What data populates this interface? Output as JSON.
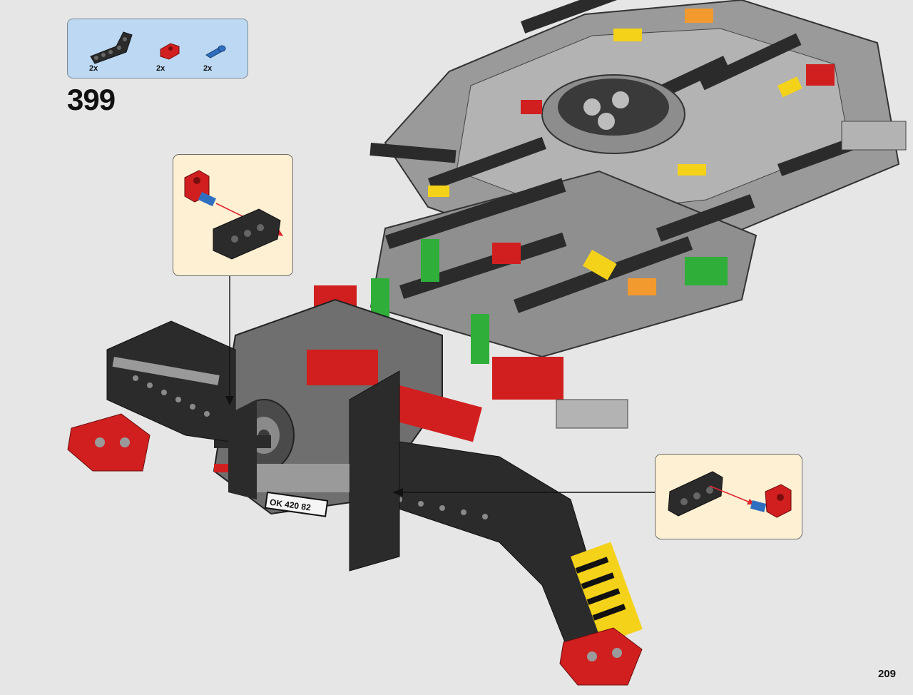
{
  "step": {
    "number": "399"
  },
  "parts_callout": {
    "items": [
      {
        "part": "black-angled-beam",
        "quantity": "2x",
        "color": "#2b2b2b"
      },
      {
        "part": "red-connector",
        "quantity": "2x",
        "color": "#d11f1f"
      },
      {
        "part": "blue-pin",
        "quantity": "2x",
        "color": "#2f6fc0"
      }
    ]
  },
  "model": {
    "license_plate": "OK 420 82"
  },
  "page": {
    "number": "209"
  },
  "colors": {
    "background": "#e6e6e6",
    "parts_box": "#bcd8f3",
    "inset": "#fdf0d3",
    "lego_red": "#d11f1f",
    "lego_black": "#2b2b2b",
    "lego_grey": "#9a9a9a",
    "lego_blue": "#2f6fc0",
    "lego_green": "#2fae3a",
    "lego_yellow": "#f4d21a",
    "lego_orange": "#f39a2e"
  }
}
